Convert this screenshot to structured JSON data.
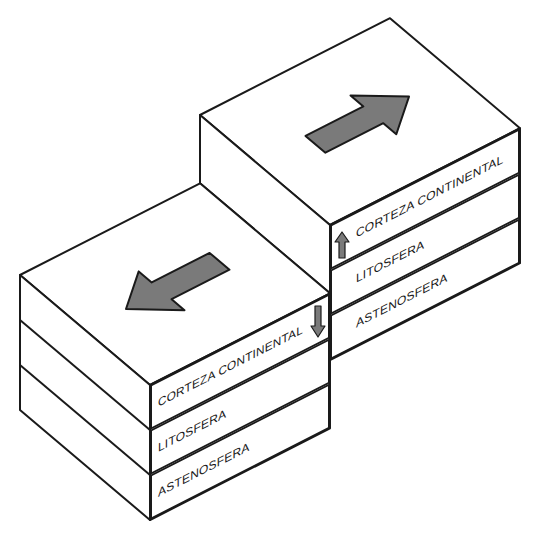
{
  "diagram": {
    "nodes": [
      {
        "text": [
          "CORTEZA CONTINENTAL"
        ]
      },
      {
        "text": [
          "LITOSFERA"
        ]
      },
      {
        "text": [
          "ASTENOSFERA"
        ]
      },
      {
        "text": [
          "CORTEZA CONTINENTAL"
        ]
      },
      {
        "text": [
          "LITOSFERA"
        ]
      },
      {
        "text": [
          "ASTENOSFERA"
        ]
      }
    ]
  }
}
